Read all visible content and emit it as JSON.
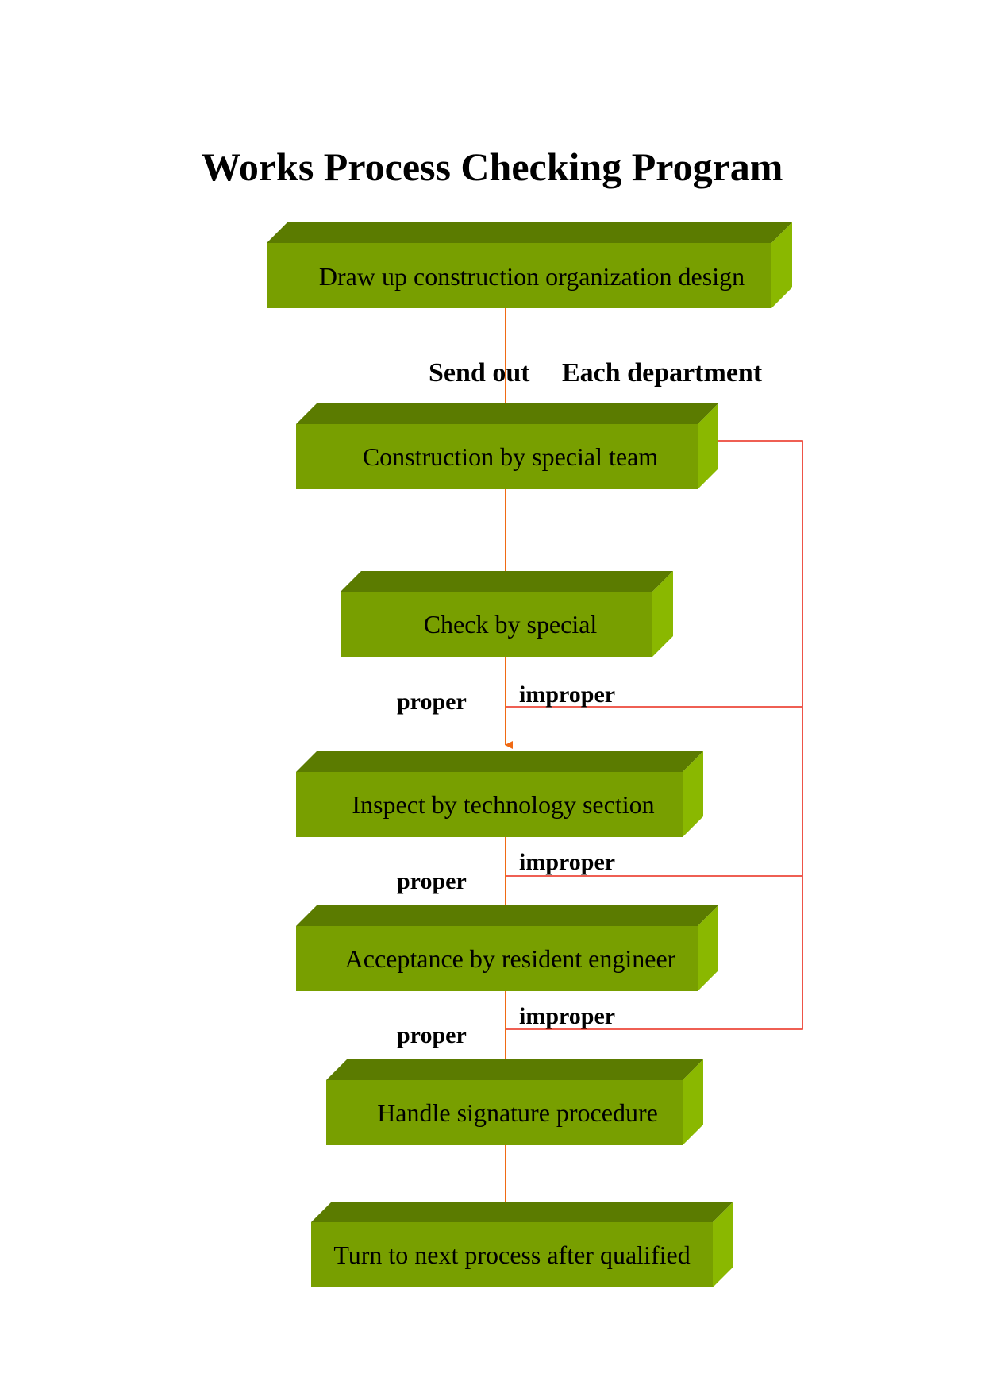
{
  "title": "Works Process Checking Program",
  "steps": [
    {
      "label": "Draw up construction organization design"
    },
    {
      "label": "Construction by special team"
    },
    {
      "label": "Check by special"
    },
    {
      "label": "Inspect by technology section"
    },
    {
      "label": "Acceptance by resident engineer"
    },
    {
      "label": "Handle signature procedure"
    },
    {
      "label": "Turn to next process after qualified"
    }
  ],
  "edge_labels": {
    "send_out": "Send out",
    "each_department": "Each department",
    "proper_1": "proper",
    "improper_1": "improper",
    "proper_2": "proper",
    "improper_2": "improper",
    "proper_3": "proper",
    "improper_3": "improper"
  },
  "colors": {
    "box_front": "#789f00",
    "box_top": "#5b7b00",
    "box_side": "#8ab800",
    "flow_arrow": "#f06a14",
    "return_line": "#ea2a1a"
  }
}
